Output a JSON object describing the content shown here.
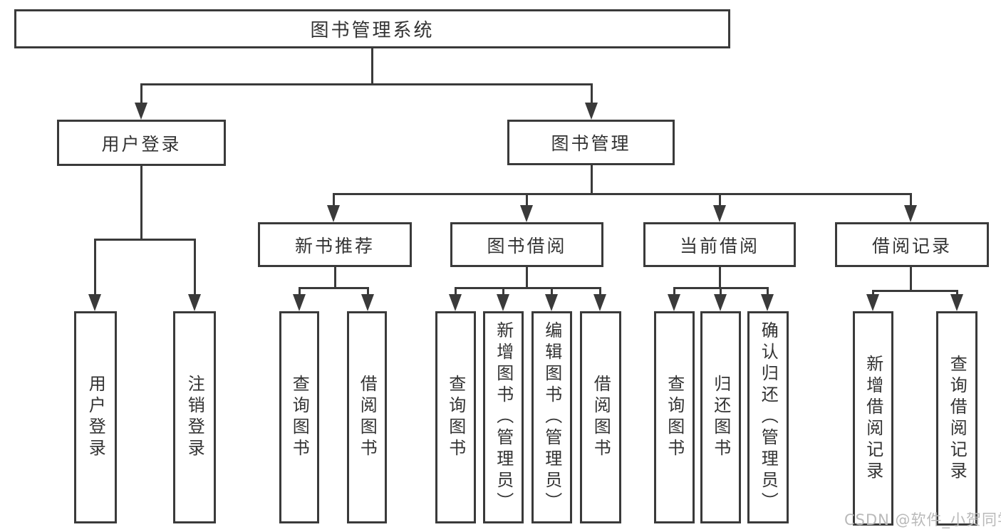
{
  "diagram": {
    "type": "tree-structure-chart",
    "colors": {
      "line": "#3a3a3a",
      "box_border": "#3a3a3a",
      "text": "#333333",
      "background": "#ffffff",
      "watermark": "#b9b9b9"
    },
    "watermark": "CSDN @软件_小贺同学",
    "tree": {
      "label": "图书管理系统",
      "children": [
        {
          "label": "用户登录",
          "children": [
            {
              "label": "用户登录"
            },
            {
              "label": "注销登录"
            }
          ]
        },
        {
          "label": "图书管理",
          "children": [
            {
              "label": "新书推荐",
              "children": [
                {
                  "label": "查询图书"
                },
                {
                  "label": "借阅图书"
                }
              ]
            },
            {
              "label": "图书借阅",
              "children": [
                {
                  "label": "查询图书"
                },
                {
                  "label": "新增图书（管理员）"
                },
                {
                  "label": "编辑图书（管理员）"
                },
                {
                  "label": "借阅图书"
                }
              ]
            },
            {
              "label": "当前借阅",
              "children": [
                {
                  "label": "查询图书"
                },
                {
                  "label": "归还图书"
                },
                {
                  "label": "确认归还（管理员）"
                }
              ]
            },
            {
              "label": "借阅记录",
              "children": [
                {
                  "label": "新增借阅记录"
                },
                {
                  "label": "查询借阅记录"
                }
              ]
            }
          ]
        }
      ]
    }
  }
}
